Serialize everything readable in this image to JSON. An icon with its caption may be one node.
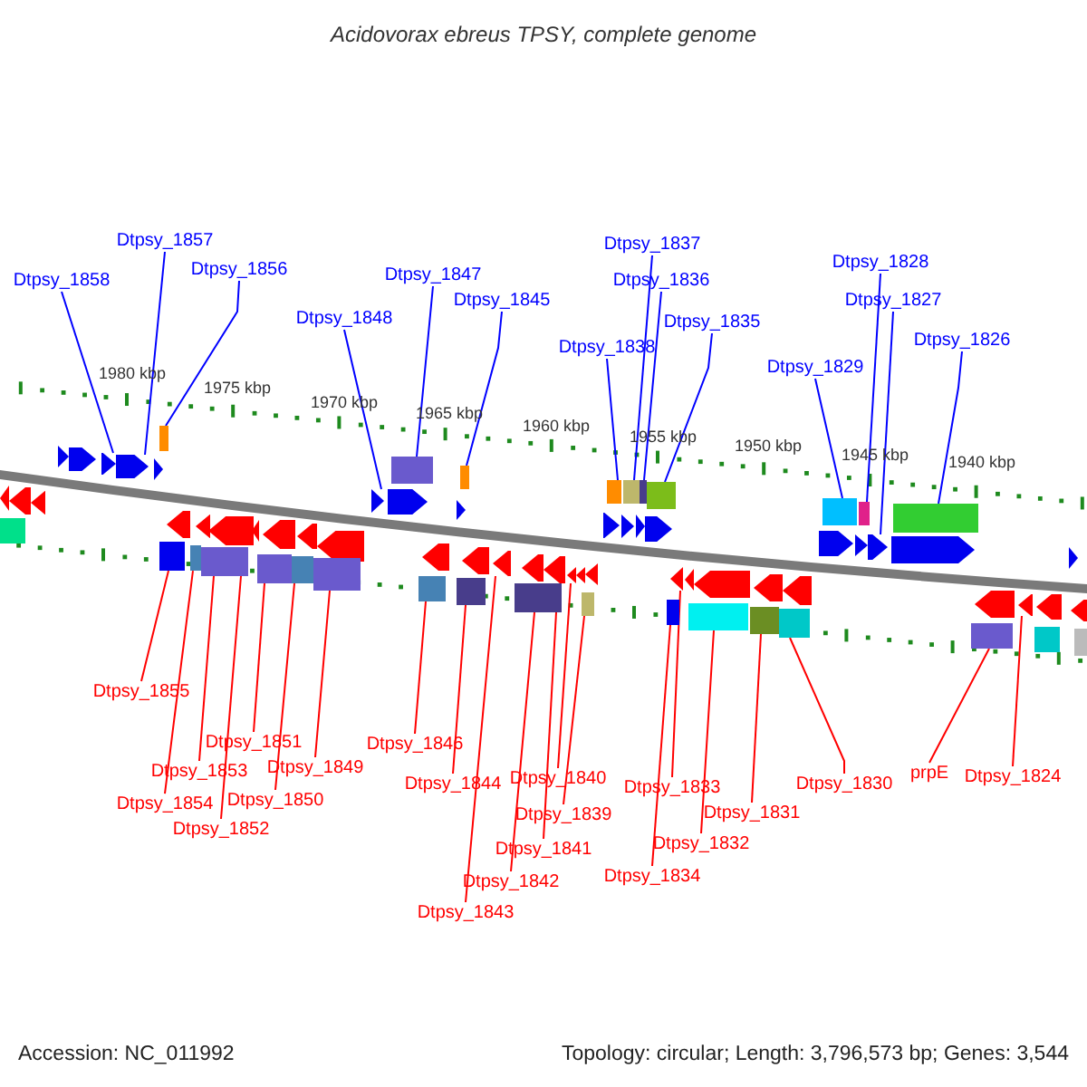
{
  "diagram": {
    "title": "Acidovorax ebreus TPSY, complete genome",
    "nodes": [
      {
        "text": [
          "Dtpsy_1858"
        ]
      },
      {
        "text": [
          "Dtpsy_1857"
        ]
      },
      {
        "text": [
          "Dtpsy_1856"
        ]
      },
      {
        "text": [
          "Dtpsy_1848"
        ]
      },
      {
        "text": [
          "Dtpsy_1847"
        ]
      },
      {
        "text": [
          "Dtpsy_1845"
        ]
      },
      {
        "text": [
          "Dtpsy_1838"
        ]
      },
      {
        "text": [
          "Dtpsy_1837"
        ]
      },
      {
        "text": [
          "Dtpsy_1836"
        ]
      },
      {
        "text": [
          "Dtpsy_1835"
        ]
      },
      {
        "text": [
          "Dtpsy_1829"
        ]
      },
      {
        "text": [
          "Dtpsy_1828"
        ]
      },
      {
        "text": [
          "Dtpsy_1827"
        ]
      },
      {
        "text": [
          "Dtpsy_1826"
        ]
      },
      {
        "text": [
          "Dtpsy_1855"
        ]
      },
      {
        "text": [
          "Dtpsy_1854"
        ]
      },
      {
        "text": [
          "Dtpsy_1853"
        ]
      },
      {
        "text": [
          "Dtpsy_1852"
        ]
      },
      {
        "text": [
          "Dtpsy_1851"
        ]
      },
      {
        "text": [
          "Dtpsy_1850"
        ]
      },
      {
        "text": [
          "Dtpsy_1849"
        ]
      },
      {
        "text": [
          "Dtpsy_1846"
        ]
      },
      {
        "text": [
          "Dtpsy_1844"
        ]
      },
      {
        "text": [
          "Dtpsy_1843"
        ]
      },
      {
        "text": [
          "Dtpsy_1842"
        ]
      },
      {
        "text": [
          "Dtpsy_1841"
        ]
      },
      {
        "text": [
          "Dtpsy_1840"
        ]
      },
      {
        "text": [
          "Dtpsy_1839"
        ]
      },
      {
        "text": [
          "Dtpsy_1834"
        ]
      },
      {
        "text": [
          "Dtpsy_1833"
        ]
      },
      {
        "text": [
          "Dtpsy_1832"
        ]
      },
      {
        "text": [
          "Dtpsy_1831"
        ]
      },
      {
        "text": [
          "Dtpsy_1830"
        ]
      },
      {
        "text": [
          "prpE"
        ]
      },
      {
        "text": [
          "Dtpsy_1824"
        ]
      },
      {
        "text": [],
        "shape": "arrow"
      },
      {
        "text": [],
        "shape": "box"
      },
      {
        "text": [],
        "shape": "arrow"
      },
      {
        "text": [],
        "shape": "arrow"
      },
      {
        "text": [],
        "shape": "arrow"
      },
      {
        "text": [],
        "shape": "arrow"
      },
      {
        "text": [],
        "shape": "arrow"
      },
      {
        "text": [],
        "shape": "arrow"
      },
      {
        "text": [],
        "shape": "arrow"
      },
      {
        "text": [],
        "shape": "box"
      },
      {
        "text": [],
        "shape": "box"
      },
      {
        "text": [],
        "shape": "arrow"
      },
      {
        "text": [],
        "shape": "box"
      },
      {
        "text": [],
        "shape": "arrow"
      },
      {
        "text": [],
        "shape": "box"
      },
      {
        "text": [],
        "shape": "arrow"
      },
      {
        "text": [],
        "shape": "arrow"
      },
      {
        "text": [],
        "shape": "box"
      },
      {
        "text": [],
        "shape": "arrow"
      },
      {
        "text": [],
        "shape": "box"
      },
      {
        "text": [],
        "shape": "arrow"
      },
      {
        "text": [],
        "shape": "box"
      },
      {
        "text": [],
        "shape": "arrow"
      },
      {
        "text": [],
        "shape": "arrow"
      },
      {
        "text": [],
        "shape": "arrow"
      },
      {
        "text": [],
        "shape": "box"
      },
      {
        "text": [],
        "shape": "box"
      },
      {
        "text": [],
        "shape": "arrow"
      },
      {
        "text": [],
        "shape": "arrow"
      },
      {
        "text": [],
        "shape": "box"
      },
      {
        "text": [],
        "shape": "box"
      },
      {
        "text": [],
        "shape": "arrow"
      },
      {
        "text": [],
        "shape": "arrow"
      },
      {
        "text": [],
        "shape": "box"
      },
      {
        "text": [],
        "shape": "arrow"
      },
      {
        "text": [],
        "shape": "arrow"
      },
      {
        "text": [],
        "shape": "arrow"
      },
      {
        "text": [],
        "shape": "arrow"
      },
      {
        "text": [],
        "shape": "box"
      },
      {
        "text": [],
        "shape": "arrow"
      },
      {
        "text": [],
        "shape": "arrow"
      },
      {
        "text": [],
        "shape": "box"
      },
      {
        "text": [],
        "shape": "arrow"
      },
      {
        "text": [],
        "shape": "box"
      },
      {
        "text": [],
        "shape": "arrow"
      },
      {
        "text": [],
        "shape": "box"
      },
      {
        "text": [],
        "shape": "arrow"
      },
      {
        "text": [],
        "shape": "box"
      },
      {
        "text": [],
        "shape": "box"
      },
      {
        "text": [],
        "shape": "arrow"
      },
      {
        "text": [],
        "shape": "arrow"
      },
      {
        "text": [],
        "shape": "box"
      },
      {
        "text": [],
        "shape": "arrow"
      },
      {
        "text": [],
        "shape": "box"
      },
      {
        "text": [],
        "shape": "arrow"
      },
      {
        "text": [],
        "shape": "box"
      },
      {
        "text": [],
        "shape": "arrow"
      },
      {
        "text": [],
        "shape": "arrow"
      },
      {
        "text": [],
        "shape": "box"
      },
      {
        "text": [],
        "shape": "arrow"
      },
      {
        "text": [],
        "shape": "box"
      },
      {
        "text": [],
        "shape": "arrow"
      },
      {
        "text": [],
        "shape": "arrow"
      },
      {
        "text": [],
        "shape": "box"
      },
      {
        "text": [],
        "shape": "box"
      },
      {
        "text": [],
        "shape": "arrow"
      },
      {
        "text": [],
        "shape": "arrow"
      },
      {
        "text": [],
        "shape": "box"
      },
      {
        "text": [],
        "shape": "arrow"
      },
      {
        "text": [],
        "shape": "arrow"
      },
      {
        "text": [],
        "shape": "arrow"
      },
      {
        "text": [],
        "shape": "box"
      }
    ],
    "edges": [
      {
        "from": 0,
        "to": 41,
        "arrow": "none",
        "color": "#0000ff"
      },
      {
        "from": 1,
        "to": 42,
        "arrow": "none",
        "color": "#0000ff"
      },
      {
        "from": 2,
        "to": 44,
        "arrow": "none",
        "color": "#0000ff"
      },
      {
        "from": 3,
        "to": 58,
        "arrow": "none",
        "color": "#0000ff"
      },
      {
        "from": 4,
        "to": 60,
        "arrow": "none",
        "color": "#0000ff"
      },
      {
        "from": 5,
        "to": 65,
        "arrow": "none",
        "color": "#0000ff"
      },
      {
        "from": 6,
        "to": 76,
        "arrow": "none",
        "color": "#0000ff"
      },
      {
        "from": 7,
        "to": 78,
        "arrow": "none",
        "color": "#0000ff"
      },
      {
        "from": 8,
        "to": 80,
        "arrow": "none",
        "color": "#0000ff"
      },
      {
        "from": 9,
        "to": 82,
        "arrow": "none",
        "color": "#0000ff"
      },
      {
        "from": 10,
        "to": 93,
        "arrow": "none",
        "color": "#0000ff"
      },
      {
        "from": 11,
        "to": 95,
        "arrow": "none",
        "color": "#0000ff"
      },
      {
        "from": 12,
        "to": 96,
        "arrow": "none",
        "color": "#0000ff"
      },
      {
        "from": 13,
        "to": 98,
        "arrow": "none",
        "color": "#0000ff"
      },
      {
        "from": 14,
        "to": 45,
        "arrow": "none"
      },
      {
        "from": 15,
        "to": 47,
        "arrow": "none"
      },
      {
        "from": 16,
        "to": 49,
        "arrow": "none"
      },
      {
        "from": 17,
        "to": 49,
        "arrow": "none"
      },
      {
        "from": 18,
        "to": 52,
        "arrow": "none"
      },
      {
        "from": 19,
        "to": 54,
        "arrow": "none"
      },
      {
        "from": 20,
        "to": 56,
        "arrow": "none"
      },
      {
        "from": 21,
        "to": 61,
        "arrow": "none"
      },
      {
        "from": 22,
        "to": 64,
        "arrow": "none"
      },
      {
        "from": 23,
        "to": 67,
        "arrow": "none"
      },
      {
        "from": 24,
        "to": 68,
        "arrow": "none"
      },
      {
        "from": 25,
        "to": 68,
        "arrow": "none"
      },
      {
        "from": 26,
        "to": 71,
        "arrow": "none"
      },
      {
        "from": 27,
        "to": 73,
        "arrow": "none"
      },
      {
        "from": 28,
        "to": 83,
        "arrow": "none"
      },
      {
        "from": 29,
        "to": 84,
        "arrow": "none"
      },
      {
        "from": 30,
        "to": 86,
        "arrow": "none"
      },
      {
        "from": 31,
        "to": 88,
        "arrow": "none"
      },
      {
        "from": 32,
        "to": 90,
        "arrow": "none"
      },
      {
        "from": 33,
        "to": 99,
        "arrow": "none"
      },
      {
        "from": 34,
        "to": 101,
        "arrow": "none"
      }
    ],
    "labels": [
      "1980 kbp",
      "1975 kbp",
      "1970 kbp",
      "1965 kbp",
      "1960 kbp",
      "1955 kbp",
      "1950 kbp",
      "1945 kbp",
      "1940 kbp",
      "Accession: NC_011992",
      "Topology: circular; Length: 3,796,573 bp; Genes: 3,544"
    ]
  }
}
